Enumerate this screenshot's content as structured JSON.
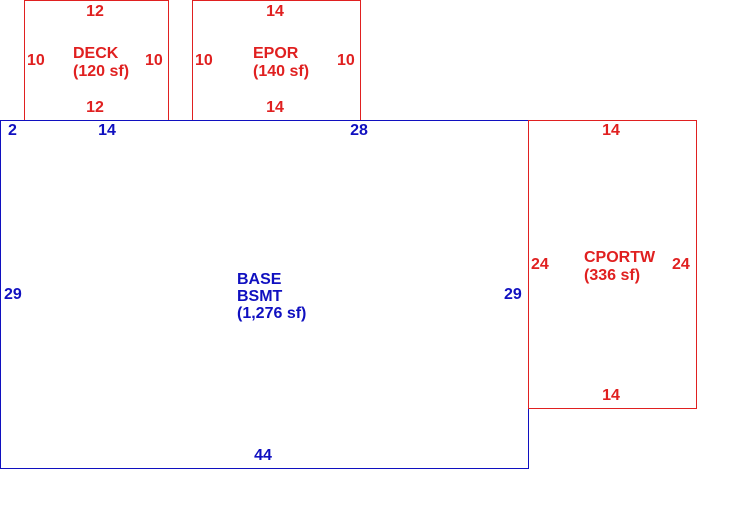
{
  "deck": {
    "name": "DECK",
    "area": "(120 sf)",
    "top": "12",
    "bottom": "12",
    "left": "10",
    "right": "10"
  },
  "epor": {
    "name": "EPOR",
    "area": "(140 sf)",
    "top": "14",
    "bottom": "14",
    "left": "10",
    "right": "10"
  },
  "base": {
    "name": "BASE",
    "name2": "BSMT",
    "area": "(1,276 sf)",
    "top_a": "2",
    "top_b": "14",
    "top_c": "28",
    "left": "29",
    "right": "29",
    "bottom": "44"
  },
  "cportw": {
    "name": "CPORTW",
    "area": "(336 sf)",
    "top": "14",
    "bottom": "14",
    "left": "24",
    "right": "24"
  },
  "colors": {
    "red": "#e02020",
    "blue": "#1010c0"
  }
}
